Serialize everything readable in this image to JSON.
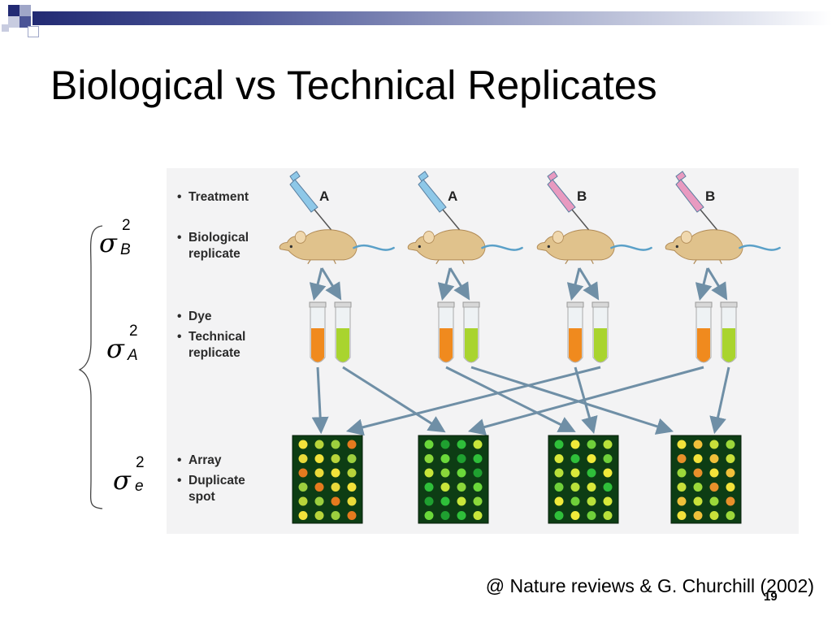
{
  "title": "Biological vs Technical Replicates",
  "credit": "@ Nature reviews & G. Churchill (2002)",
  "page_number": "19",
  "row_labels": {
    "treatment": "Treatment",
    "biological": [
      "Biological",
      "replicate"
    ],
    "dye": "Dye",
    "technical": [
      "Technical",
      "replicate"
    ],
    "array": "Array",
    "duplicate": [
      "Duplicate",
      "spot"
    ]
  },
  "columns": [
    "A",
    "A",
    "B",
    "B"
  ],
  "variance_terms": [
    {
      "symbol": "σ",
      "superscript": "2",
      "subscript": "B"
    },
    {
      "symbol": "σ",
      "superscript": "2",
      "subscript": "A"
    },
    {
      "symbol": "σ",
      "superscript": "2",
      "subscript": "e"
    }
  ],
  "colors": {
    "syringe_treatment_a": "#8ec8e8",
    "syringe_treatment_b": "#e89ac0",
    "mouse": "#e0c28c",
    "dye_orange": "#f08a1e",
    "dye_green": "#a9d42e",
    "arrow": "#6f8fa6",
    "array_bg": "#0d3d14"
  },
  "icons": [
    "syringe-icon",
    "mouse-icon",
    "test-tube-icon",
    "microarray-icon"
  ]
}
